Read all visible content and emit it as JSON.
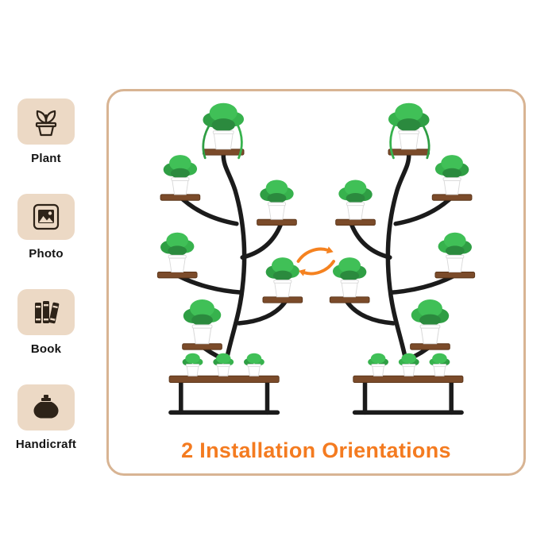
{
  "sidebar": {
    "items": [
      {
        "label": "Plant",
        "icon": "plant-pot-icon"
      },
      {
        "label": "Photo",
        "icon": "photo-icon"
      },
      {
        "label": "Book",
        "icon": "books-icon"
      },
      {
        "label": "Handicraft",
        "icon": "handicraft-vase-icon"
      }
    ]
  },
  "panel": {
    "caption": "2 Installation Orientations",
    "swap_icon": "swap-arrows-icon",
    "stands": [
      {
        "name": "plant-stand-left-orientation",
        "shelves": 7,
        "plants": 9
      },
      {
        "name": "plant-stand-right-orientation",
        "shelves": 7,
        "plants": 9
      }
    ]
  },
  "colors": {
    "accent_orange": "#F47B20",
    "panel_border": "#D8B493",
    "icon_card_bg": "#ECD9C5",
    "icon_ink": "#2E2318",
    "shelf_brown": "#7B4B2A",
    "frame_black": "#1B1B1B",
    "foliage_green": "#2F9E44",
    "pot_white": "#FFFFFF"
  }
}
